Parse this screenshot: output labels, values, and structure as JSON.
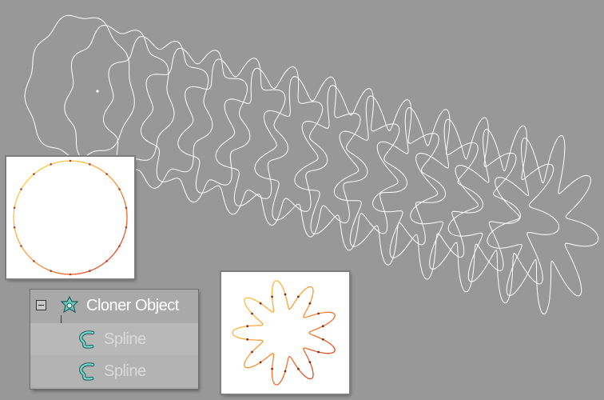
{
  "scene": {
    "background_color": "#989898",
    "spline_color": "#ffffff"
  },
  "object_manager": {
    "items": [
      {
        "label": "Cloner Object",
        "icon": "cloner-icon",
        "expanded": true
      },
      {
        "label": "Spline",
        "icon": "spline-icon"
      },
      {
        "label": "Spline",
        "icon": "spline-icon"
      }
    ]
  },
  "insets": {
    "circle": {
      "gradient": [
        "#ffe040",
        "#ff9a30",
        "#d83020"
      ],
      "point_color": "#b0403a"
    },
    "flower": {
      "gradient": [
        "#ffe040",
        "#ff9a30",
        "#d83020"
      ],
      "point_color": "#7a3030",
      "petals": 9
    }
  }
}
